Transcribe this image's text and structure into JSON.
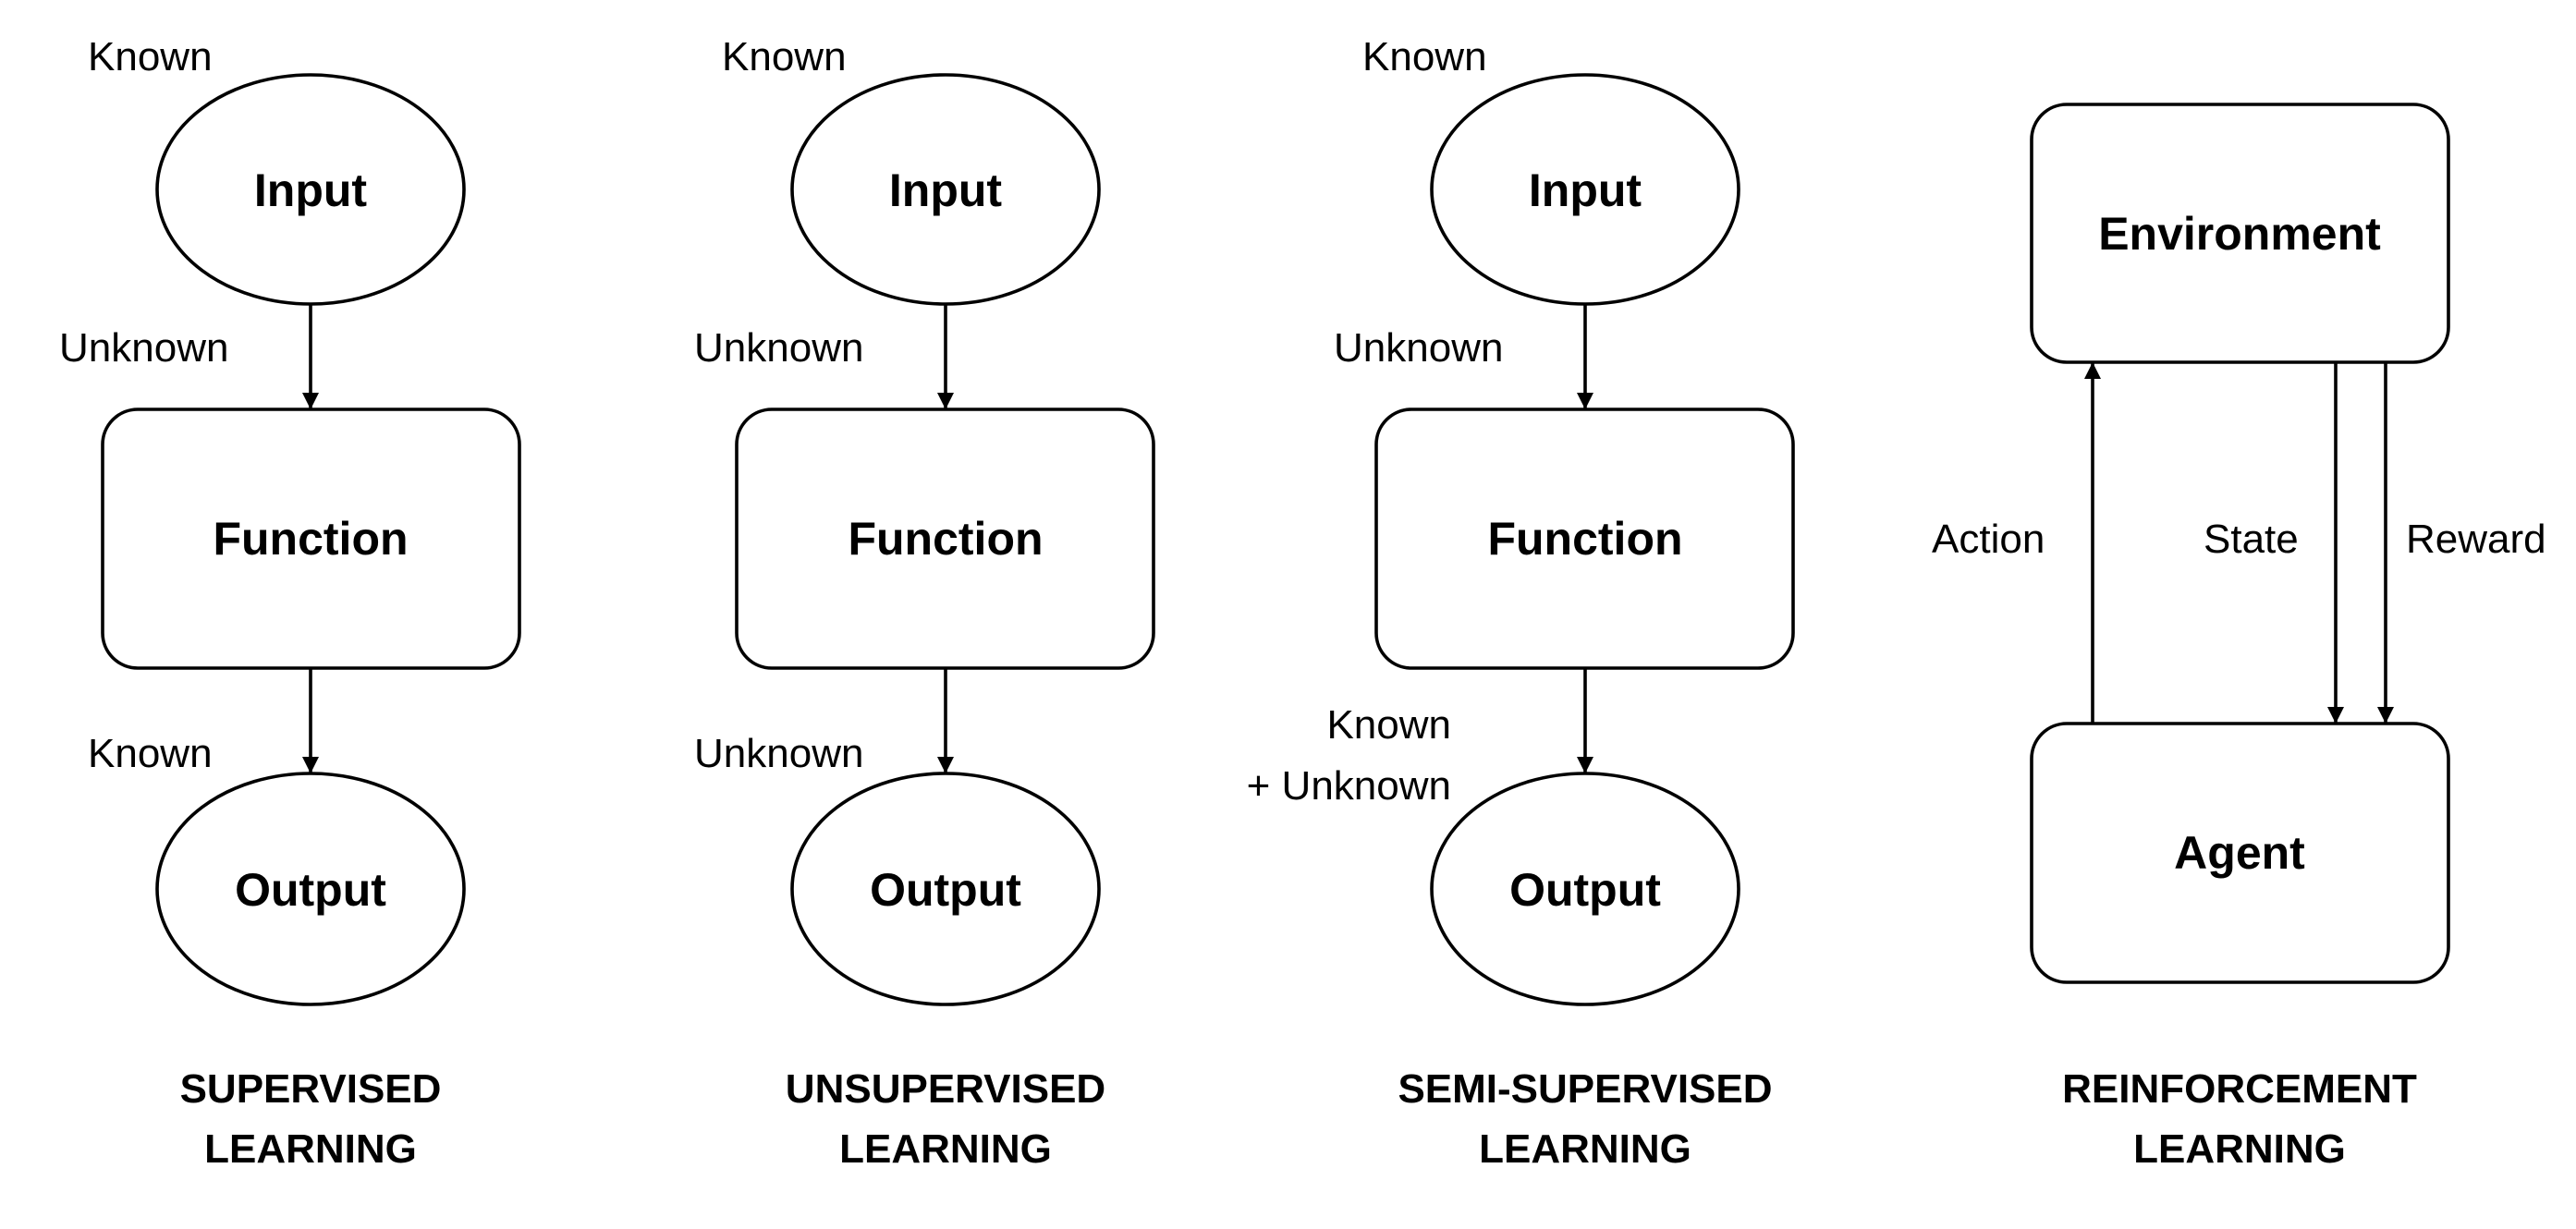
{
  "supervised": {
    "input": "Input",
    "function": "Function",
    "output": "Output",
    "input_label": "Known",
    "edge_in_label": "Unknown",
    "edge_out_label": "Known",
    "caption_line1": "SUPERVISED",
    "caption_line2": "LEARNING"
  },
  "unsupervised": {
    "input": "Input",
    "function": "Function",
    "output": "Output",
    "input_label": "Known",
    "edge_in_label": "Unknown",
    "edge_out_label": "Unknown",
    "caption_line1": "UNSUPERVISED",
    "caption_line2": "LEARNING"
  },
  "semi_supervised": {
    "input": "Input",
    "function": "Function",
    "output": "Output",
    "input_label": "Known",
    "edge_in_label": "Unknown",
    "edge_out_label_line1": "Known",
    "edge_out_label_line2": "+ Unknown",
    "caption_line1": "SEMI-SUPERVISED",
    "caption_line2": "LEARNING"
  },
  "reinforcement": {
    "environment": "Environment",
    "agent": "Agent",
    "action_label": "Action",
    "state_label": "State",
    "reward_label": "Reward",
    "caption_line1": "REINFORCEMENT",
    "caption_line2": "LEARNING"
  }
}
